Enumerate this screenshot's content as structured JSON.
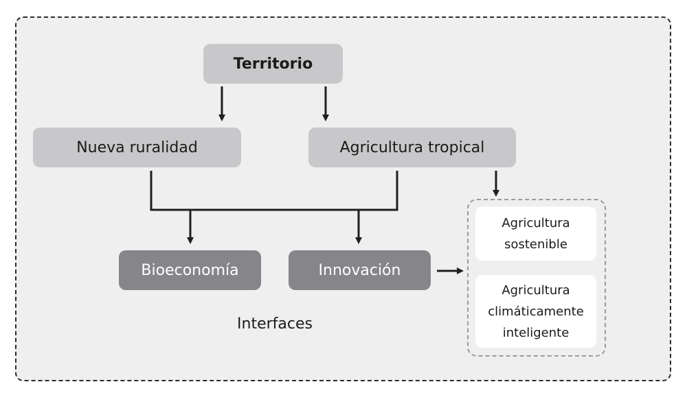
{
  "diagram": {
    "top": "Territorio",
    "left_branch": "Nueva ruralidad",
    "right_branch": "Agricultura tropical",
    "bottom_left": "Bioeconomía",
    "bottom_right": "Innovación",
    "caption": "Interfaces",
    "outcomes": [
      "Agricultura\nsostenible",
      "Agricultura\nclimáticamente\ninteligente"
    ]
  },
  "colors": {
    "light_node": "#c8c8ca",
    "dark_node": "#86868a",
    "background": "#efefef",
    "line": "#1f1f1f"
  }
}
